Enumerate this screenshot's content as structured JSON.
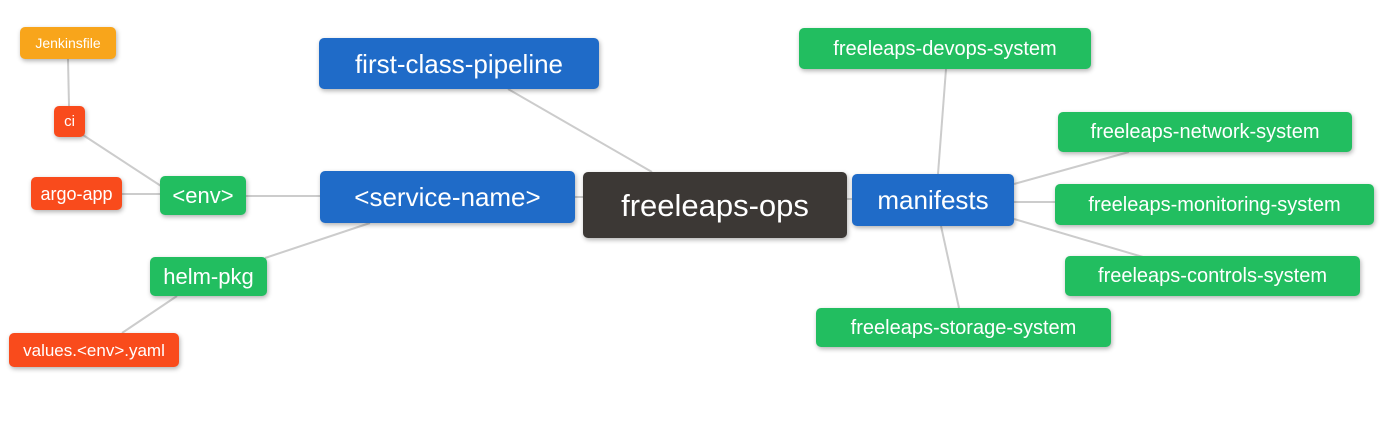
{
  "palette": {
    "root_bg": "#3C3835",
    "branch_blue": "#1F6BC8",
    "leaf_green": "#22BE60",
    "leaf_red": "#F94B1C",
    "leaf_orange": "#F8A51B",
    "node_text": "#FFFFFF",
    "edge_line": "#CCCCCC",
    "canvas_bg": "#FFFFFF"
  },
  "mindmap": {
    "root": {
      "label": "freeleaps-ops"
    },
    "nodes": {
      "jenkinsfile": {
        "label": "Jenkinsfile"
      },
      "ci": {
        "label": "ci"
      },
      "argo_app": {
        "label": "argo-app"
      },
      "env": {
        "label": "<env>"
      },
      "helm_pkg": {
        "label": "helm-pkg"
      },
      "values_env_yaml": {
        "label": "values.<env>.yaml"
      },
      "first_class_pipeline": {
        "label": "first-class-pipeline"
      },
      "service_name": {
        "label": "<service-name>"
      },
      "manifests": {
        "label": "manifests"
      },
      "devops_system": {
        "label": "freeleaps-devops-system"
      },
      "network_system": {
        "label": "freeleaps-network-system"
      },
      "monitoring_system": {
        "label": "freeleaps-monitoring-system"
      },
      "controls_system": {
        "label": "freeleaps-controls-system"
      },
      "storage_system": {
        "label": "freeleaps-storage-system"
      }
    },
    "edges": [
      {
        "from": "jenkinsfile",
        "to": "ci"
      },
      {
        "from": "ci",
        "to": "env"
      },
      {
        "from": "argo_app",
        "to": "env"
      },
      {
        "from": "env",
        "to": "service_name"
      },
      {
        "from": "helm_pkg",
        "to": "service_name"
      },
      {
        "from": "values_env_yaml",
        "to": "helm_pkg"
      },
      {
        "from": "first_class_pipeline",
        "to": "freeleaps_ops"
      },
      {
        "from": "service_name",
        "to": "freeleaps_ops"
      },
      {
        "from": "freeleaps_ops",
        "to": "manifests"
      },
      {
        "from": "manifests",
        "to": "devops_system"
      },
      {
        "from": "manifests",
        "to": "network_system"
      },
      {
        "from": "manifests",
        "to": "monitoring_system"
      },
      {
        "from": "manifests",
        "to": "controls_system"
      },
      {
        "from": "manifests",
        "to": "storage_system"
      }
    ]
  }
}
